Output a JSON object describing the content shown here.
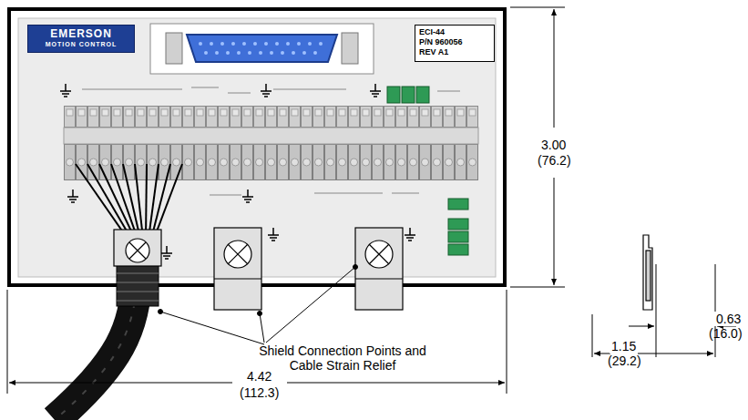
{
  "diagram": {
    "nodes": [
      {
        "text": [
          "EMERSON",
          "MOTION CONTROL"
        ]
      },
      {
        "text": [
          "ECI-44",
          "P/N 960056",
          "REV A1"
        ]
      }
    ],
    "labels": [
      "3.00",
      "(76.2)",
      "4.42",
      "(112.3)",
      "0.63",
      "(16.0)",
      "1.15",
      "(29.2)",
      "Shield Connection Points and Cable Strain Relief"
    ]
  }
}
